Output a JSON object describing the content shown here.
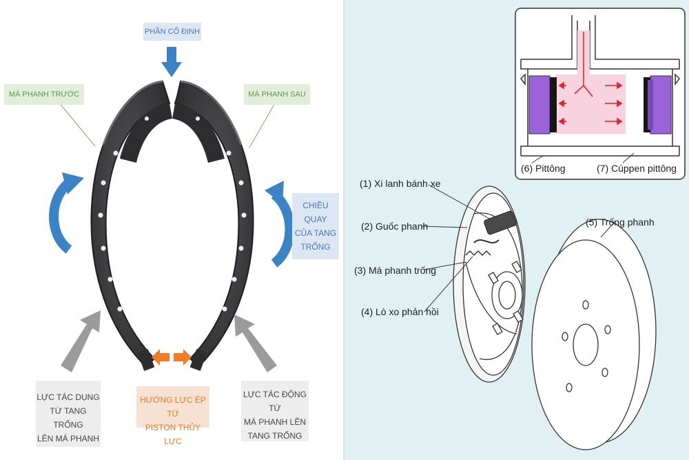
{
  "left": {
    "fixed_part": "PHẦN CỐ ĐỊNH",
    "front_shoe": "MÁ PHANH TRƯỚC",
    "rear_shoe": "MÁ PHANH SAU",
    "rotation": [
      "CHIỀU QUAY",
      "CỦA TANG",
      "TRỐNG"
    ],
    "force_drum_on_shoe": [
      "LỰC TÁC DỤNG",
      "TỪ TANG TRỐNG",
      "LÊN MÁ PHANH"
    ],
    "piston_force": [
      "HƯỚNG LỰC ÉP TỪ",
      "PISTON THỦY LỰC"
    ],
    "force_shoe_on_drum": [
      "LỰC TÁC ĐỘNG TỪ",
      "MÁ PHANH LÊN",
      "TANG TRỐNG"
    ]
  },
  "right": {
    "wheel_cylinder": "(1) Xi lanh bánh xe",
    "brake_shoe": "(2) Guốc phanh",
    "drum_lining": "(3) Má phanh trống",
    "return_spring": "(4) Lò xo phản hồi",
    "drum": "(5) Trống phanh",
    "piston": "(6) Pittông",
    "piston_cup": "(7) Cúppen pittông"
  },
  "colors": {
    "blue_arrow": "#3b83c4",
    "orange_arrow": "#ee7d26",
    "gray_arrow": "#9b9b9b",
    "shoe_dark": "#3a3a3d",
    "fluid_pink": "#f7d3e0",
    "piston_purple": "#9a63d8"
  }
}
